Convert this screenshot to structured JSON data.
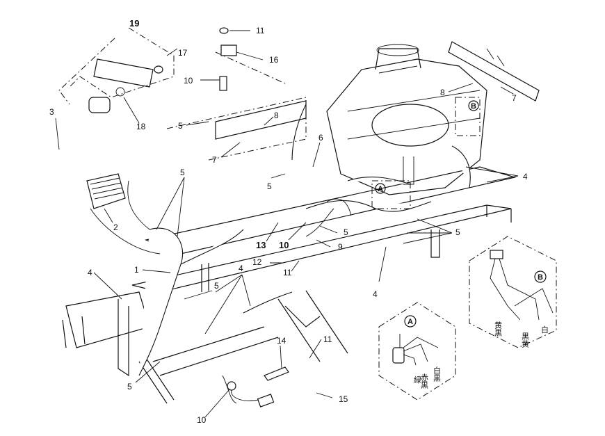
{
  "callouts": {
    "c19": "19",
    "c17": "17",
    "c11_top": "11",
    "c16": "16",
    "c10_top": "10",
    "c8_mid": "8",
    "c5_mid": "5",
    "c7_mid": "7",
    "c18": "18",
    "c3": "3",
    "c5_left": "5",
    "c2": "2",
    "c6": "6",
    "c5_harness": "5",
    "c13": "13",
    "c10_mid": "10",
    "c5_rh": "5",
    "c9": "9",
    "c1": "1",
    "c12": "12",
    "c11_mid": "11",
    "c4_left": "4",
    "c4_center": "4",
    "c5_lower": "5",
    "c5_bottom": "5",
    "c14": "14",
    "c11_low": "11",
    "c15": "15",
    "c10_bottom": "10",
    "c4_frame": "4",
    "c5_right": "5",
    "c4_right": "4",
    "c8_right": "8",
    "c7_right": "7"
  },
  "detail_labels": {
    "a_main": "A",
    "b_main": "B",
    "a_detail": "A",
    "b_detail": "B"
  },
  "wire_colors_a": {
    "w1": "白黒",
    "w2": "赤黒",
    "w3": "緑"
  },
  "wire_colors_b": {
    "w1": "黄黒",
    "w2": "黒黄",
    "w3": "白"
  }
}
